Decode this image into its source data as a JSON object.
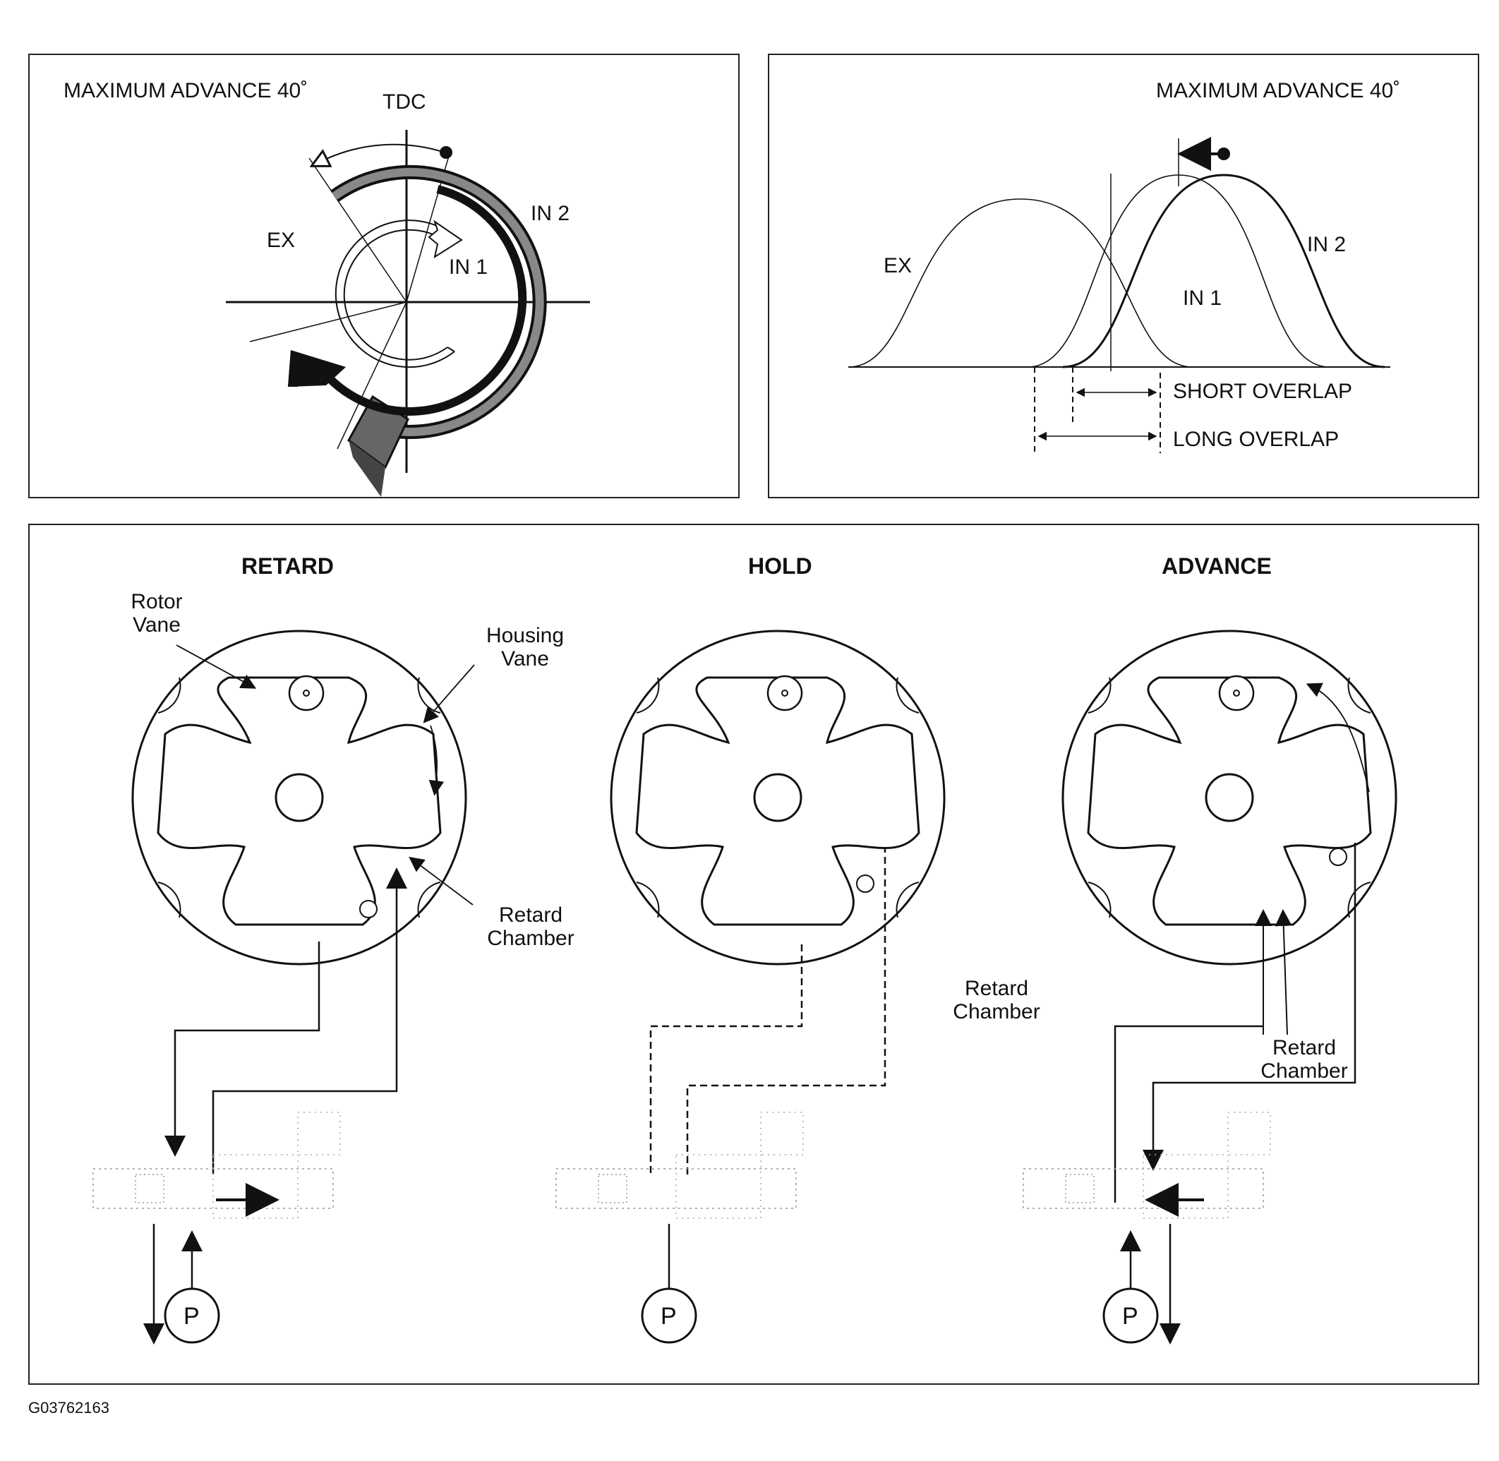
{
  "diagram_data": {
    "top_left": {
      "title": "MAXIMUM ADVANCE 40˚",
      "tdc_label": "TDC",
      "ex_label": "EX",
      "in1_label": "IN 1",
      "in2_label": "IN 2"
    },
    "top_right": {
      "title": "MAXIMUM ADVANCE 40˚",
      "ex_label": "EX",
      "in1_label": "IN 1",
      "in2_label": "IN 2",
      "short_overlap_label": "SHORT OVERLAP",
      "long_overlap_label": "LONG OVERLAP"
    },
    "bottom": {
      "retard": {
        "heading": "RETARD",
        "rotor_vane_label": "Rotor\nVane",
        "housing_vane_label": "Housing\nVane",
        "retard_chamber_label": "Retard\nChamber",
        "pump_label": "P"
      },
      "hold": {
        "heading": "HOLD",
        "retard_chamber_label": "Retard\nChamber",
        "pump_label": "P"
      },
      "advance": {
        "heading": "ADVANCE",
        "retard_chamber_label": "Retard\nChamber",
        "pump_label": "P"
      }
    },
    "figure_code": "G03762163"
  }
}
